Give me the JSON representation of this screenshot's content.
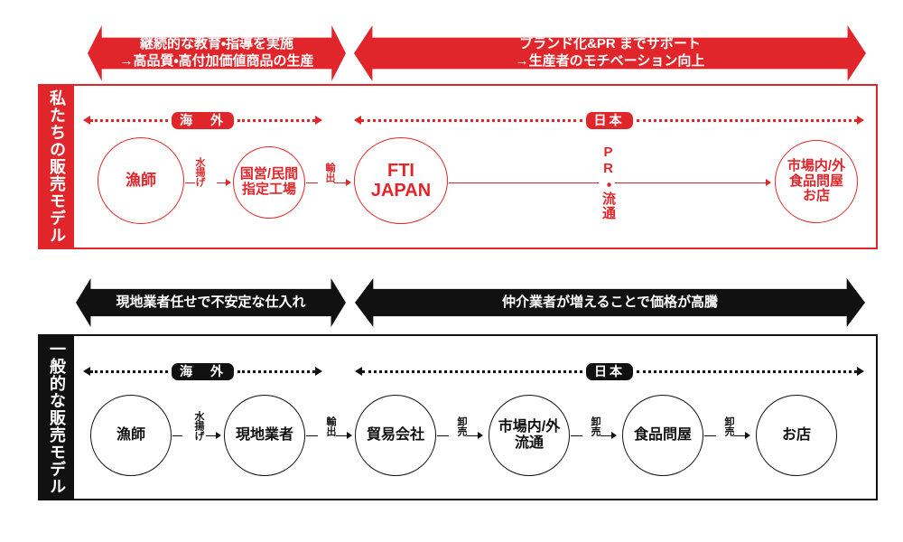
{
  "figure": {
    "title_visible": false
  },
  "our_model": {
    "side_label": "私たちの販売モデル",
    "accent_color": "#E1262B",
    "banners": [
      {
        "id": "education",
        "line1": "継続的な教育・指導を実施",
        "line2": "→高品質・高付加価値商品の生産",
        "color": "#E1262B"
      },
      {
        "id": "branding",
        "line1": "ブランド化&PR までサポート",
        "line2": "→生産者のモチベーション向上",
        "color": "#E1262B"
      }
    ],
    "regions": [
      {
        "id": "overseas",
        "label": "海　外"
      },
      {
        "id": "japan",
        "label": "日本"
      }
    ],
    "nodes": [
      {
        "id": "fisherman",
        "label": "漁師"
      },
      {
        "id": "factory",
        "label": "国営/民間\n指定工場"
      },
      {
        "id": "fti",
        "label": "FTI\nJAPAN"
      },
      {
        "id": "market",
        "label": "市場内/外\n食品問屋\nお店"
      }
    ],
    "connectors": [
      {
        "id": "landing",
        "label": "水揚げ"
      },
      {
        "id": "export",
        "label": "輸出"
      }
    ],
    "flow_note": "PR・流通"
  },
  "general_model": {
    "side_label": "一般的な販売モデル",
    "accent_color": "#111111",
    "banners": [
      {
        "id": "unstable-supply",
        "line1": "現地業者任せで不安定な仕入れ",
        "line2": "",
        "color": "#111111"
      },
      {
        "id": "price-surge",
        "line1": "仲介業者が増えることで価格が高騰",
        "line2": "",
        "color": "#111111"
      }
    ],
    "regions": [
      {
        "id": "overseas",
        "label": "海　外"
      },
      {
        "id": "japan",
        "label": "日本"
      }
    ],
    "nodes": [
      {
        "id": "fisherman",
        "label": "漁師"
      },
      {
        "id": "local-vendor",
        "label": "現地業者"
      },
      {
        "id": "trading-company",
        "label": "貿易会社"
      },
      {
        "id": "market-distribution",
        "label": "市場内/外\n流通"
      },
      {
        "id": "food-wholesaler",
        "label": "食品問屋"
      },
      {
        "id": "shop",
        "label": "お店"
      }
    ],
    "connectors": [
      {
        "id": "landing",
        "label": "水揚げ"
      },
      {
        "id": "export",
        "label": "輸出"
      },
      {
        "id": "wholesale-1",
        "label": "卸売"
      },
      {
        "id": "wholesale-2",
        "label": "卸売"
      },
      {
        "id": "wholesale-3",
        "label": "卸売"
      }
    ]
  }
}
